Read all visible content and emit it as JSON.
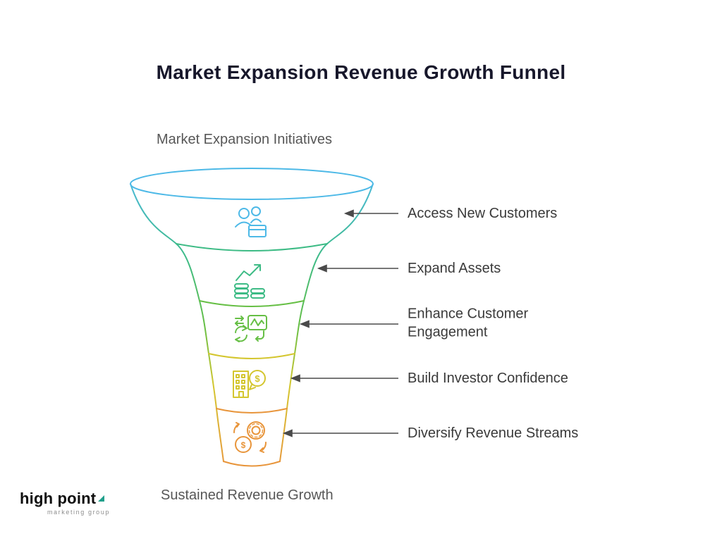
{
  "title": "Market Expansion Revenue Growth Funnel",
  "funnel": {
    "top_label": "Market Expansion Initiatives",
    "bottom_label": "Sustained Revenue Growth",
    "stages": [
      {
        "label": "Access New Customers",
        "color": "#4db9e7",
        "icon": "new-customers-icon"
      },
      {
        "label": "Expand Assets",
        "color": "#3dbb85",
        "icon": "expand-assets-icon"
      },
      {
        "label": "Enhance Customer\nEngagement",
        "color": "#66bf45",
        "icon": "customer-engagement-icon"
      },
      {
        "label": "Build Investor Confidence",
        "color": "#d4c62f",
        "icon": "investor-confidence-icon"
      },
      {
        "label": "Diversify Revenue Streams",
        "color": "#e8953b",
        "icon": "revenue-streams-icon"
      }
    ]
  },
  "glyphs": {
    "dollar": "$"
  },
  "logo": {
    "name": "high point",
    "tagline": "marketing group"
  },
  "colors": {
    "title_text": "#17172b",
    "caption_gray": "#575757",
    "label_gray": "#3a3a3a",
    "arrow": "#4a4a4a",
    "logo_accent": "#1f9f8b"
  }
}
